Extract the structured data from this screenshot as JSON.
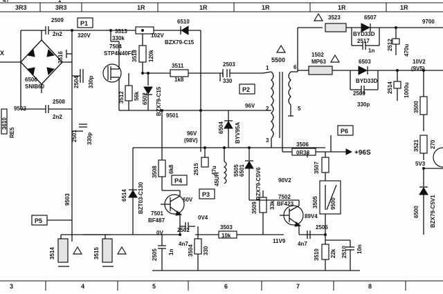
{
  "top_ruler": {
    "labels": [
      "3R3",
      "3R3",
      "1R",
      "1R",
      "1R",
      "1R",
      "1R"
    ],
    "fragments": [
      "4?",
      "1"
    ]
  },
  "bottom_ruler": {
    "labels": [
      "3",
      "4",
      "5",
      "6",
      "7",
      "8"
    ]
  },
  "bridge": {
    "label": "6506",
    "sublabel": "SNIB60",
    "cap_top": "2509",
    "cap_top_val": "2n2",
    "cap_bot": "2508",
    "cap_bot_val": "2n2",
    "net": "9502",
    "left_frag": "X",
    "left_frag2": "RE5",
    "left_frag3": "3610"
  },
  "probes": {
    "p1": "P1",
    "p2": "P2",
    "p3": "P3",
    "p4": "P4",
    "p5": "P5",
    "p6": "P6"
  },
  "primary": {
    "voltage": "320V",
    "c2516": "2516",
    "c2504": "2504",
    "c2504_val": "330p",
    "r3513": "3513",
    "r3513_val": "330k",
    "fet": "7504",
    "fet_type": "STP4N40FI",
    "r3518": "3518",
    "r3518_val": "120k",
    "v102": "102V",
    "d6510": "6510",
    "d6510_type": "BZX79-C15",
    "r3511": "3511",
    "r3511_val": "1k8",
    "r3512": "3512",
    "r3512_val": "56k",
    "d6502": "6502",
    "d6502_type": "BZX79-C15",
    "c2501": "2501",
    "c2501_val": "330p",
    "net9501": "9501"
  },
  "transformer": {
    "label": "5500",
    "c2503": "2503",
    "c2503_val": "330",
    "pin1": "1",
    "pin2": "2",
    "pin3": "3",
    "pin5": "5",
    "pin6": "6",
    "v96": "96V",
    "v96b": "96V",
    "v98": "(98V)"
  },
  "driver": {
    "c2515": "2515",
    "c2515_val": "47u",
    "coil5505": "5505",
    "coil_val": "45UH",
    "d6504": "6504",
    "d6504_type": "BYV95A",
    "r3508": "3508",
    "r3508_val": "6k8",
    "d6514": "6514",
    "d6514_type": "BZT03-C130",
    "t7501": "7501",
    "t7501_type": "BF487",
    "v60": "60V",
    "v0": "0V",
    "v0v4": "0V4",
    "c2502": "2502",
    "c2502_val": "4n7",
    "c2505": "2505",
    "c2505_val": "1n",
    "r3504": "3504",
    "r3504_val": "330",
    "r3503": "3503",
    "r3503_val": "10k",
    "net9503": "9503",
    "r3514": "3514",
    "r3515": "3515"
  },
  "regulator": {
    "r3506": "3506",
    "r3506_val": "0R33",
    "out96": "+96S",
    "d6501": "6501",
    "d6501_type": "BZX79-C5V6",
    "v90": "90V2",
    "t7502": "7502",
    "t7502_type": "BF423",
    "v89": "89V4",
    "v11": "11V9",
    "r3509": "3509",
    "r3509_val": "33k",
    "r3507": "3507",
    "r3505": "3505",
    "r9500": "9500",
    "c2506": "2506",
    "c2506_val": "4n7",
    "r3510": "3510",
    "r3510_val": "22k",
    "c2510": "2510",
    "c2510_val": "10n"
  },
  "secondary": {
    "r3523": "3523",
    "d6507": "6507",
    "d6507_type": "BYD33D",
    "c2517": "2517",
    "c2517_val": "1n",
    "c2512": "2512",
    "c2512_val": "470u",
    "out9700": "9700",
    "coil1502": "1502",
    "coil1502_type": "MP63",
    "d6503": "6503",
    "d6503_type": "BYD33D",
    "v10": "10V2",
    "v9": "(9V5)",
    "c2500": "2500",
    "c2500_val": "330p",
    "c2514": "2514",
    "c2514_val": "1000u",
    "r3500": "3500",
    "r3521": "3521",
    "r3521_val": "270",
    "v5": "5V3",
    "d6500": "6500",
    "d6500_type": "BZX79-C5V1"
  }
}
